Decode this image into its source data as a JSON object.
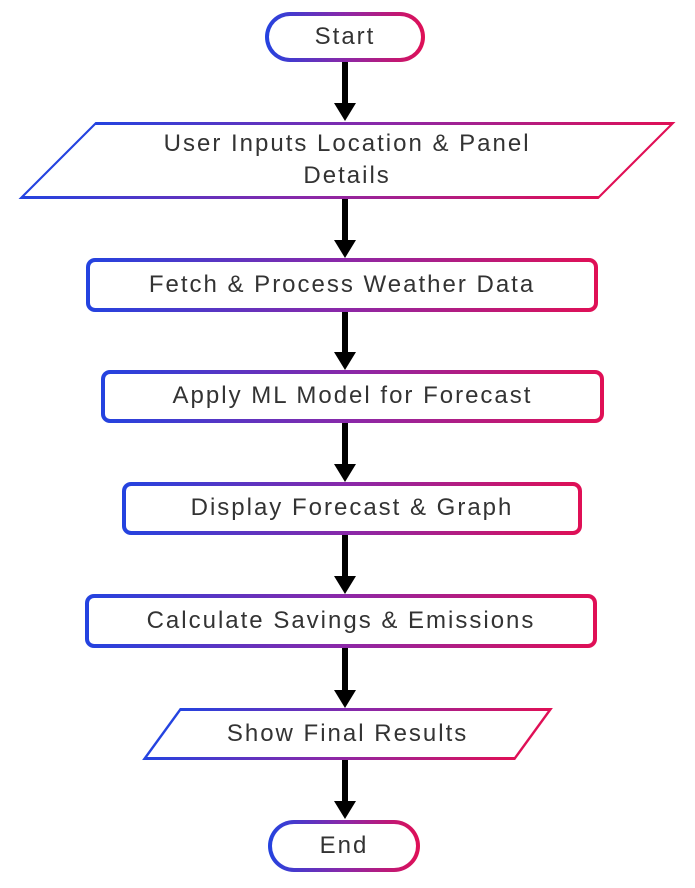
{
  "diagram": {
    "type": "flowchart",
    "direction": "top-down",
    "accent_colors": {
      "gradient_start": "#2343e0",
      "gradient_mid": "#8b28a8",
      "gradient_end": "#e00f55",
      "node_fill": "#ffffff",
      "arrow": "#000000",
      "text": "#333333",
      "background": "#ffffff"
    },
    "nodes": [
      {
        "id": "start",
        "shape": "terminator",
        "label": "Start"
      },
      {
        "id": "user-input",
        "shape": "parallelogram",
        "label": "User Inputs Location & Panel Details"
      },
      {
        "id": "fetch-weather",
        "shape": "process",
        "label": "Fetch & Process Weather Data"
      },
      {
        "id": "apply-ml-model",
        "shape": "process",
        "label": "Apply ML Model for Forecast"
      },
      {
        "id": "display-forecast",
        "shape": "process",
        "label": "Display Forecast & Graph"
      },
      {
        "id": "calc-savings",
        "shape": "process",
        "label": "Calculate Savings & Emissions"
      },
      {
        "id": "show-results",
        "shape": "parallelogram",
        "label": "Show Final Results"
      },
      {
        "id": "end",
        "shape": "terminator",
        "label": "End"
      }
    ],
    "edges": [
      {
        "from": "start",
        "to": "user-input"
      },
      {
        "from": "user-input",
        "to": "fetch-weather"
      },
      {
        "from": "fetch-weather",
        "to": "apply-ml-model"
      },
      {
        "from": "apply-ml-model",
        "to": "display-forecast"
      },
      {
        "from": "display-forecast",
        "to": "calc-savings"
      },
      {
        "from": "calc-savings",
        "to": "show-results"
      },
      {
        "from": "show-results",
        "to": "end"
      }
    ]
  }
}
